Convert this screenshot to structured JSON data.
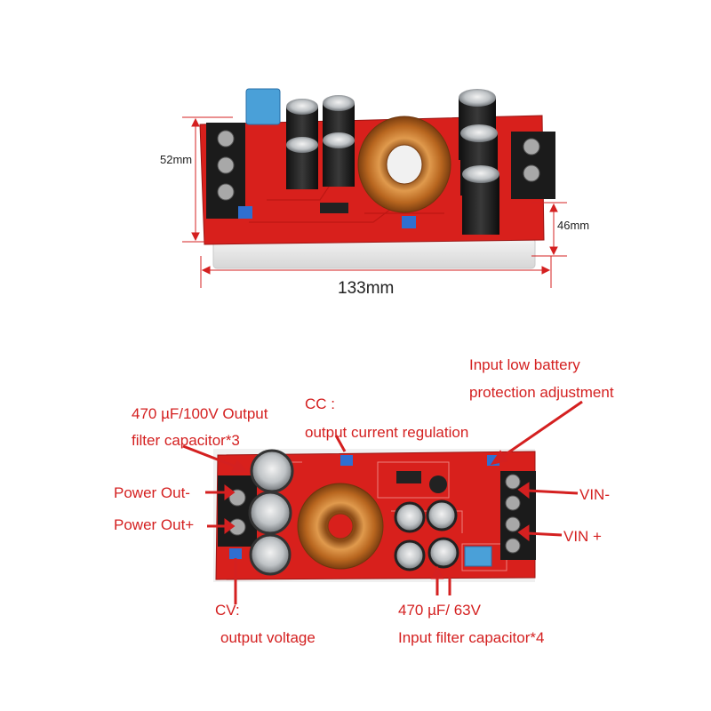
{
  "dimensions": {
    "height_outer": "52mm",
    "height_inner": "46mm",
    "length": "133mm"
  },
  "labels": {
    "output_cap_line1": "470 µF/100V Output",
    "output_cap_line2": "filter capacitor*3",
    "cc_line1": "CC :",
    "cc_line2": "output current regulation",
    "low_batt_line1": "Input low battery",
    "low_batt_line2": "protection adjustment",
    "power_out_minus": "Power Out-",
    "power_out_plus": "Power Out+",
    "vin_minus": "VIN-",
    "vin_plus": "VIN +",
    "cv_line1": "CV:",
    "cv_line2": "output voltage",
    "input_cap_line1": "470 µF/ 63V",
    "input_cap_line2": "Input filter capacitor*4"
  },
  "colors": {
    "pcb_red": "#d8201c",
    "label_red": "#d42020",
    "copper": "#c97a2e",
    "terminal_black": "#1b1b1b",
    "capacitor_dark": "#2a2a2a",
    "trim_pot_blue": "#2f6fd0"
  }
}
